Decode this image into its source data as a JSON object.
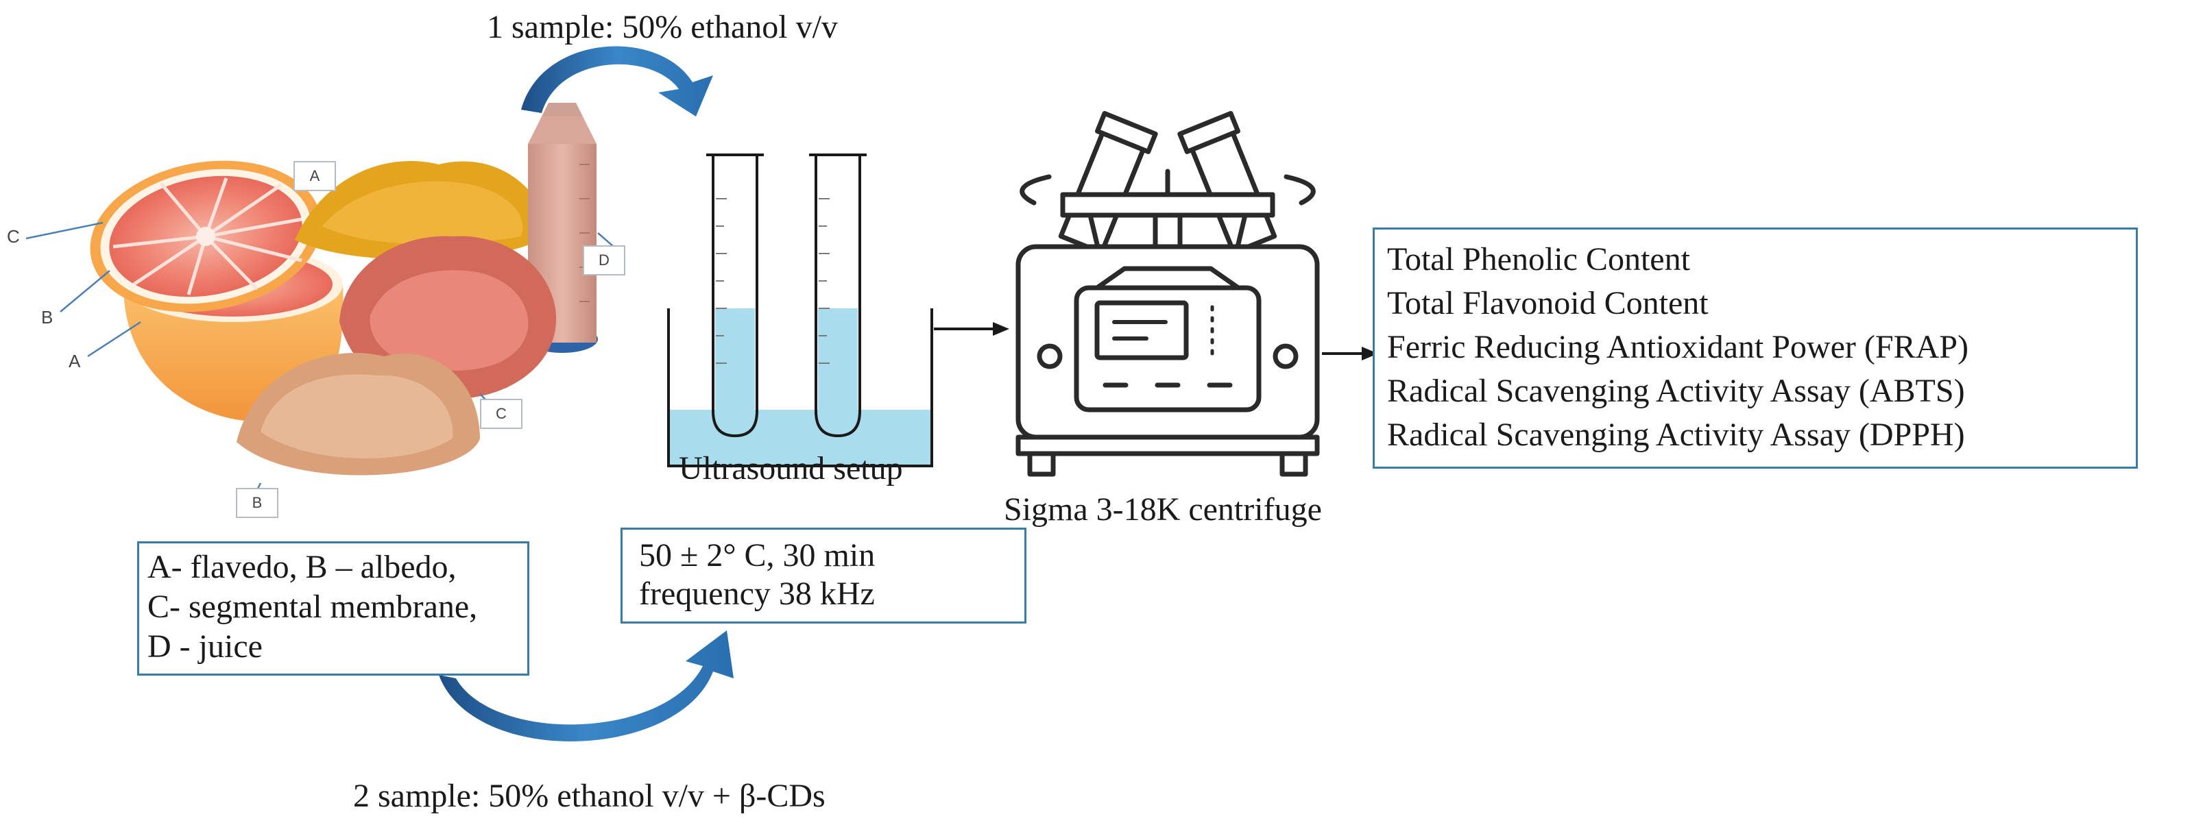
{
  "top_label": "1 sample: 50% ethanol v/v",
  "bottom_label": "2 sample: 50% ethanol v/v + β-CDs",
  "ultrasound_label": "Ultrasound setup",
  "centrifuge_label": "Sigma 3-18K centrifuge",
  "legend_lines": [
    "A- flavedo, B – albedo,",
    "C- segmental membrane,",
    "D - juice"
  ],
  "conditions_lines": [
    "50 ± 2° C, 30 min",
    "frequency 38 kHz"
  ],
  "assays": [
    "Total Phenolic Content",
    "Total Flavonoid Content",
    "Ferric Reducing Antioxidant Power (FRAP)",
    "Radical Scavenging Activity Assay (ABTS)",
    "Radical Scavenging Activity Assay (DPPH)"
  ],
  "tags": {
    "a": "A",
    "b": "B",
    "c": "C",
    "d": "D"
  },
  "fruit_pointers": {
    "c": "C",
    "b": "B",
    "a": "A"
  },
  "icons": [
    "grapefruit-illustration",
    "flavedo-powder",
    "albedo-powder",
    "membrane-pieces",
    "juice-tube",
    "ultrasound-bath-icon",
    "centrifuge-icon",
    "curved-arrow-icon",
    "arrow-right-icon"
  ],
  "colors": {
    "box_border": "#3a7ca5",
    "arrow_blue": "#2a6fb0",
    "water": "#a9dcec",
    "flavedo": "#e0a020",
    "albedo": "#d9a07a",
    "membrane": "#d56c5e",
    "juice": "#d9a79a"
  }
}
